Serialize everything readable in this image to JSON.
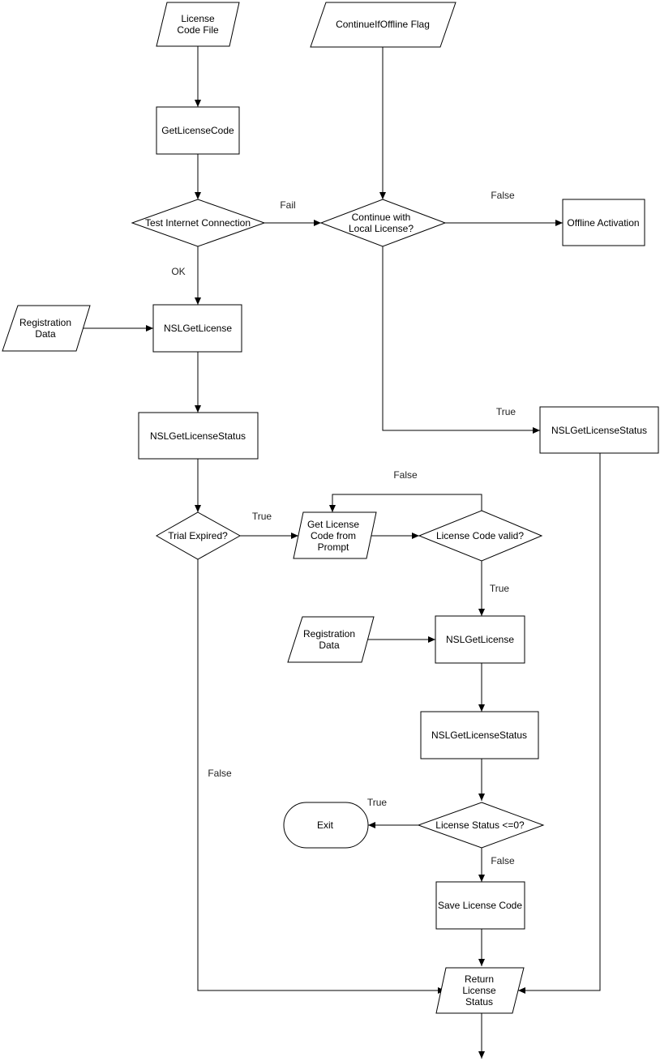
{
  "nodes": {
    "license_code_file": [
      "License",
      "Code File"
    ],
    "continue_if_offline_flag": [
      "ContinueIfOffline Flag"
    ],
    "get_license_code": [
      "GetLicenseCode"
    ],
    "test_internet_connection": [
      "Test Internet Connection"
    ],
    "continue_with_local_license": [
      "Continue with",
      "Local License?"
    ],
    "offline_activation": [
      "Offline Activation"
    ],
    "registration_data_1": [
      "Registration",
      "Data"
    ],
    "nsl_get_license_1": [
      "NSLGetLicense"
    ],
    "nsl_get_license_status_1": [
      "NSLGetLicenseStatus"
    ],
    "nsl_get_license_status_right": [
      "NSLGetLicenseStatus"
    ],
    "trial_expired": [
      "Trial Expired?"
    ],
    "get_license_code_from_prompt": [
      "Get License",
      "Code from",
      "Prompt"
    ],
    "license_code_valid": [
      "License Code valid?"
    ],
    "registration_data_2": [
      "Registration",
      "Data"
    ],
    "nsl_get_license_2": [
      "NSLGetLicense"
    ],
    "nsl_get_license_status_2": [
      "NSLGetLicenseStatus"
    ],
    "exit": [
      "Exit"
    ],
    "license_status_check": [
      "License Status <=0?"
    ],
    "save_license_code": [
      "Save License Code"
    ],
    "return_license_status": [
      "Return",
      "License",
      "Status"
    ]
  },
  "edge_labels": {
    "fail": "Fail",
    "false_offline": "False",
    "ok": "OK",
    "true_local": "True",
    "false_retry": "False",
    "true_expired": "True",
    "true_valid": "True",
    "false_not_expired": "False",
    "true_exit": "True",
    "false_save": "False"
  }
}
